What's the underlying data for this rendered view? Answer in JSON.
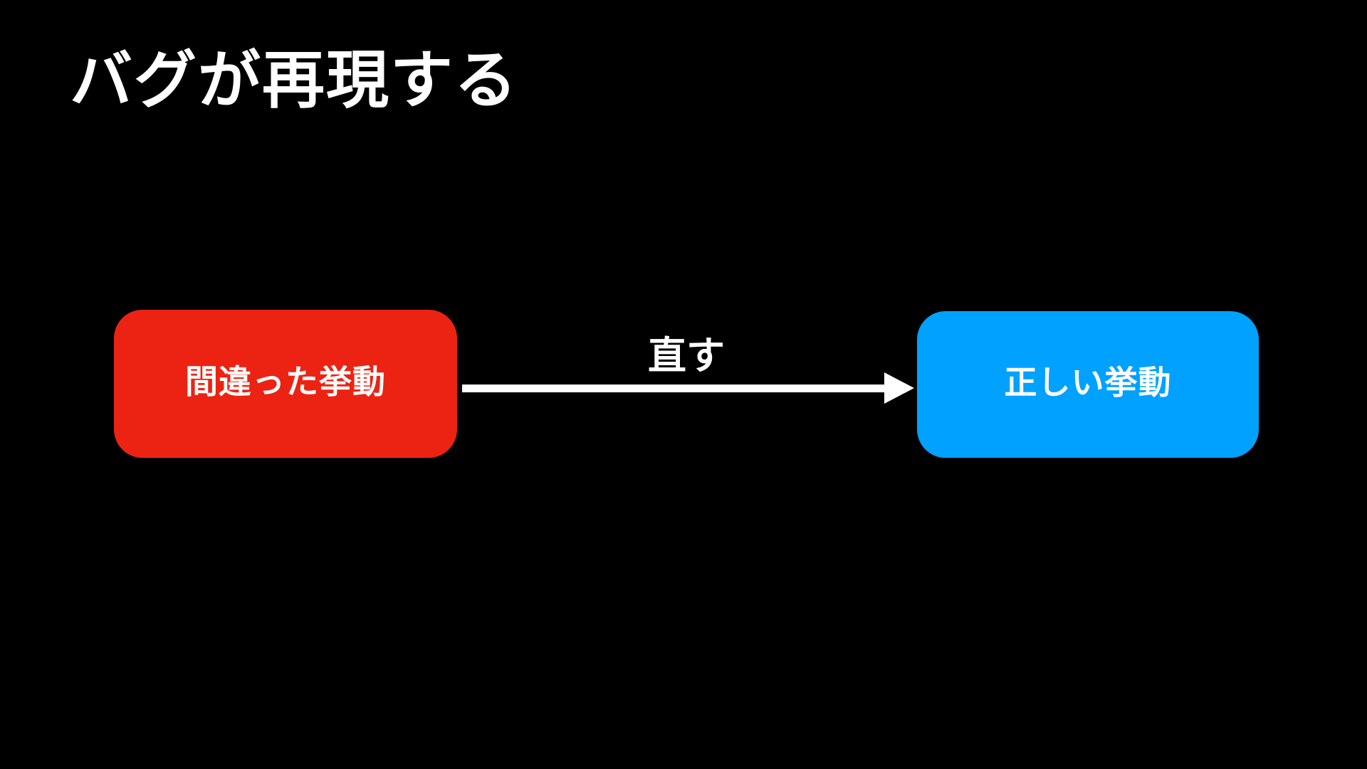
{
  "slide": {
    "title": "バグが再現する",
    "background_color": "#000000",
    "title_color": "#ffffff"
  },
  "diagram": {
    "nodes": [
      {
        "id": "wrong-behavior",
        "label": "間違った挙動",
        "fill_color": "#ec2313",
        "text_color": "#ffffff",
        "shape": "rounded-rectangle"
      },
      {
        "id": "correct-behavior",
        "label": "正しい挙動",
        "fill_color": "#00a1ff",
        "text_color": "#ffffff",
        "shape": "rounded-rectangle"
      }
    ],
    "arrow": {
      "label": "直す",
      "color": "#ffffff",
      "from": "wrong-behavior",
      "to": "correct-behavior",
      "direction": "right"
    }
  }
}
